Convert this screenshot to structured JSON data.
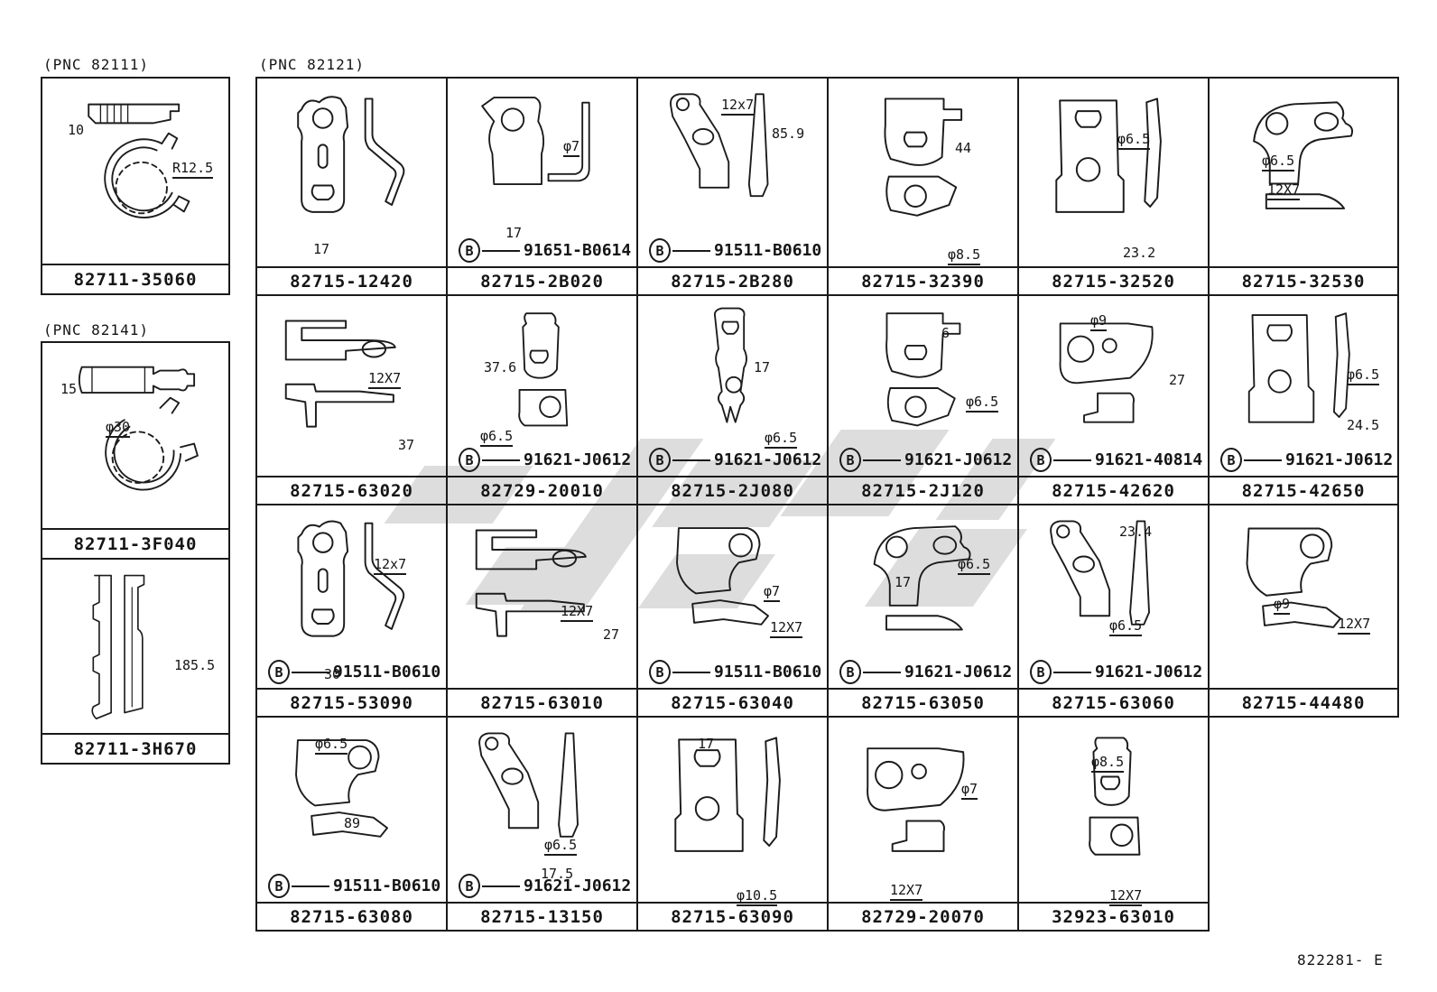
{
  "footer": {
    "doc_code": "822281- E"
  },
  "left_panel": {
    "groups": [
      {
        "pnc": "(PNC 82111)",
        "parts": [
          {
            "number": "82711-35060",
            "dims": [
              "10",
              "R12.5"
            ]
          }
        ]
      },
      {
        "pnc": "(PNC 82141)",
        "parts": [
          {
            "number": "82711-3F040",
            "dims": [
              "15",
              "φ30"
            ]
          },
          {
            "number": "82711-3H670",
            "dims": [
              "185.5"
            ]
          }
        ]
      }
    ]
  },
  "grid": {
    "pnc": "(PNC 82121)",
    "callout_symbol": "B",
    "cells": [
      {
        "part": "82715-12420",
        "dims": [
          "17"
        ]
      },
      {
        "part": "82715-2B020",
        "dims": [
          "φ7",
          "17"
        ],
        "callout": "91651-B0614"
      },
      {
        "part": "82715-2B280",
        "dims": [
          "12x7",
          "85.9"
        ],
        "callout": "91511-B0610"
      },
      {
        "part": "82715-32390",
        "dims": [
          "44",
          "φ8.5"
        ]
      },
      {
        "part": "82715-32520",
        "dims": [
          "φ6.5",
          "23.2"
        ]
      },
      {
        "part": "82715-32530",
        "dims": [
          "φ6.5",
          "12X7"
        ]
      },
      {
        "part": "82715-63020",
        "dims": [
          "12X7",
          "37"
        ]
      },
      {
        "part": "82729-20010",
        "dims": [
          "37.6",
          "φ6.5"
        ],
        "callout": "91621-J0612"
      },
      {
        "part": "82715-2J080",
        "dims": [
          "17",
          "φ6.5"
        ],
        "callout": "91621-J0612"
      },
      {
        "part": "82715-2J120",
        "dims": [
          "6",
          "φ6.5"
        ],
        "callout": "91621-J0612"
      },
      {
        "part": "82715-42620",
        "dims": [
          "φ9",
          "27"
        ],
        "callout": "91621-40814"
      },
      {
        "part": "82715-42650",
        "dims": [
          "φ6.5",
          "24.5"
        ],
        "callout": "91621-J0612"
      },
      {
        "part": "82715-53090",
        "dims": [
          "12x7",
          "30"
        ],
        "callout": "91511-B0610"
      },
      {
        "part": "82715-63010",
        "dims": [
          "12X7",
          "27"
        ]
      },
      {
        "part": "82715-63040",
        "dims": [
          "φ7",
          "12X7"
        ],
        "callout": "91511-B0610"
      },
      {
        "part": "82715-63050",
        "dims": [
          "φ6.5",
          "17"
        ],
        "callout": "91621-J0612"
      },
      {
        "part": "82715-63060",
        "dims": [
          "23.4",
          "φ6.5"
        ],
        "callout": "91621-J0612"
      },
      {
        "part": "82715-44480",
        "dims": [
          "φ9",
          "12X7"
        ]
      },
      {
        "part": "82715-63080",
        "dims": [
          "φ6.5",
          "89"
        ],
        "callout": "91511-B0610"
      },
      {
        "part": "82715-13150",
        "dims": [
          "φ6.5",
          "17.5"
        ],
        "callout": "91621-J0612"
      },
      {
        "part": "82715-63090",
        "dims": [
          "17",
          "φ10.5"
        ]
      },
      {
        "part": "82729-20070",
        "dims": [
          "φ7",
          "12X7"
        ]
      },
      {
        "part": "32923-63010",
        "dims": [
          "φ8.5",
          "12X7"
        ]
      }
    ]
  }
}
